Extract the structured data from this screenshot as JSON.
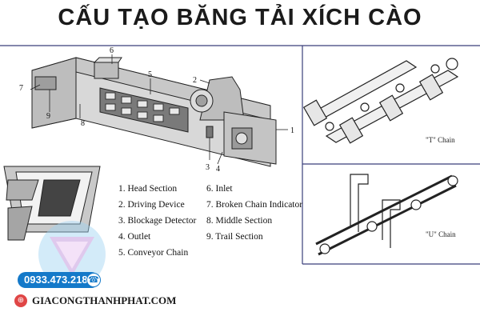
{
  "title": "CẤU TẠO BĂNG TẢI XÍCH CÀO",
  "callouts": [
    "1",
    "2",
    "3",
    "4",
    "5",
    "6",
    "7",
    "8",
    "9"
  ],
  "legend": {
    "col1": [
      "1. Head Section",
      "2. Driving Device",
      "3. Blockage Detector",
      "4. Outlet",
      "5. Conveyor Chain"
    ],
    "col2": [
      "6. Inlet",
      "7. Broken Chain Indicator",
      "8. Middle Section",
      "9. Trail Section"
    ]
  },
  "captions": {
    "t_chain": "\"T\" Chain",
    "u_chain": "\"U\" Chain"
  },
  "contact": {
    "phone": "0933.473.218",
    "website": "GIACONGTHANHPHAT.COM"
  },
  "icons": [
    "phone-icon",
    "globe-icon",
    "logo-watermark"
  ],
  "colors": {
    "accent": "#1479c9",
    "frame": "#3a3f7a"
  }
}
